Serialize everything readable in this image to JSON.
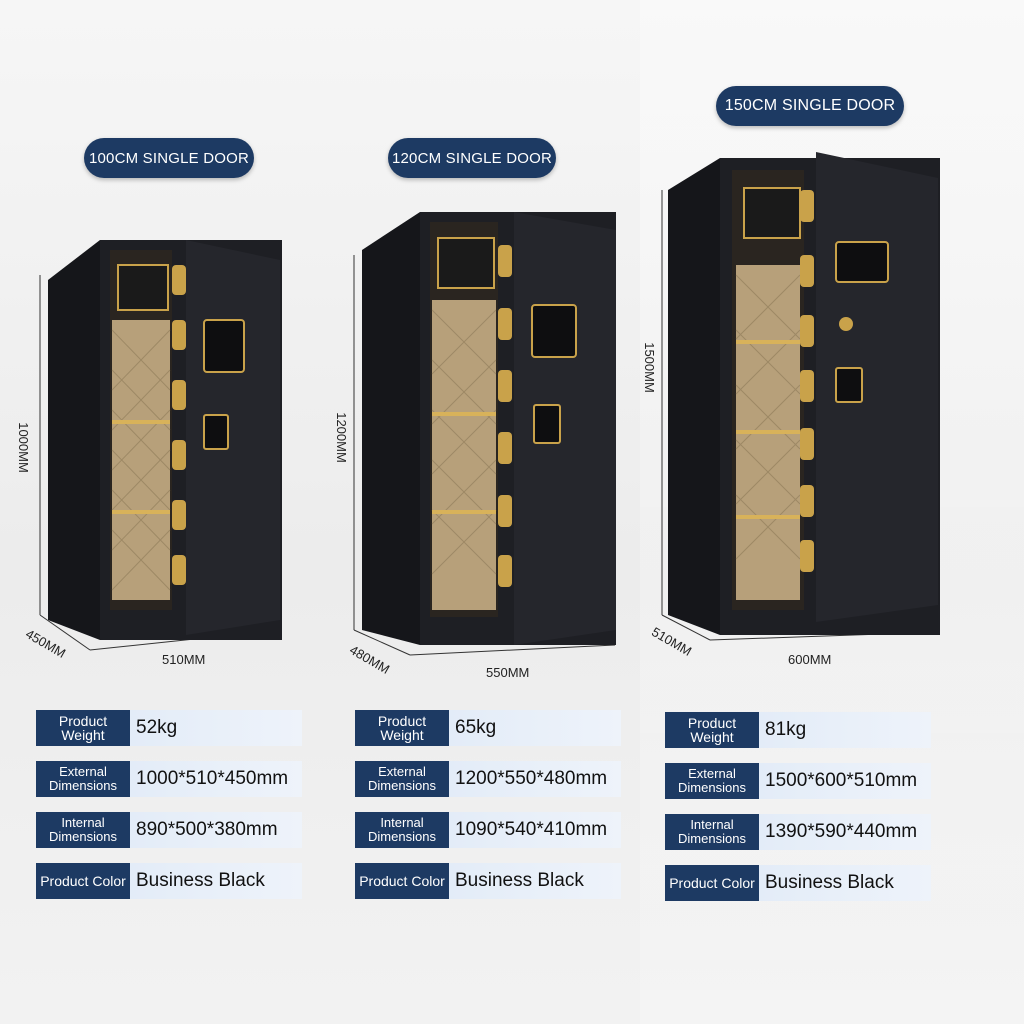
{
  "products": [
    {
      "model": "100CM SINGLE DOOR",
      "height_label": "1000MM",
      "width_label": "510MM",
      "depth_label": "450MM",
      "specs": [
        {
          "key": "Product Weight",
          "value": "52kg"
        },
        {
          "key": "External Dimensions",
          "value": "1000*510*450mm"
        },
        {
          "key": "Internal Dimensions",
          "value": "890*500*380mm"
        },
        {
          "key": "Product Color",
          "value": "Business Black"
        }
      ]
    },
    {
      "model": "120CM SINGLE DOOR",
      "height_label": "1200MM",
      "width_label": "550MM",
      "depth_label": "480MM",
      "specs": [
        {
          "key": "Product Weight",
          "value": "65kg"
        },
        {
          "key": "External Dimensions",
          "value": "1200*550*480mm"
        },
        {
          "key": "Internal Dimensions",
          "value": "1090*540*410mm"
        },
        {
          "key": "Product Color",
          "value": "Business Black"
        }
      ]
    },
    {
      "model": "150CM SINGLE DOOR",
      "height_label": "1500MM",
      "width_label": "600MM",
      "depth_label": "510MM",
      "specs": [
        {
          "key": "Product Weight",
          "value": "81kg"
        },
        {
          "key": "External Dimensions",
          "value": "1500*600*510mm"
        },
        {
          "key": "Internal Dimensions",
          "value": "1390*590*440mm"
        },
        {
          "key": "Product Color",
          "value": "Business Black"
        }
      ]
    }
  ],
  "colors": {
    "pill": "#1d3a63",
    "safe_body": "#1c1d22",
    "gold": "#c9a24a",
    "lining": "#b9a27a"
  }
}
